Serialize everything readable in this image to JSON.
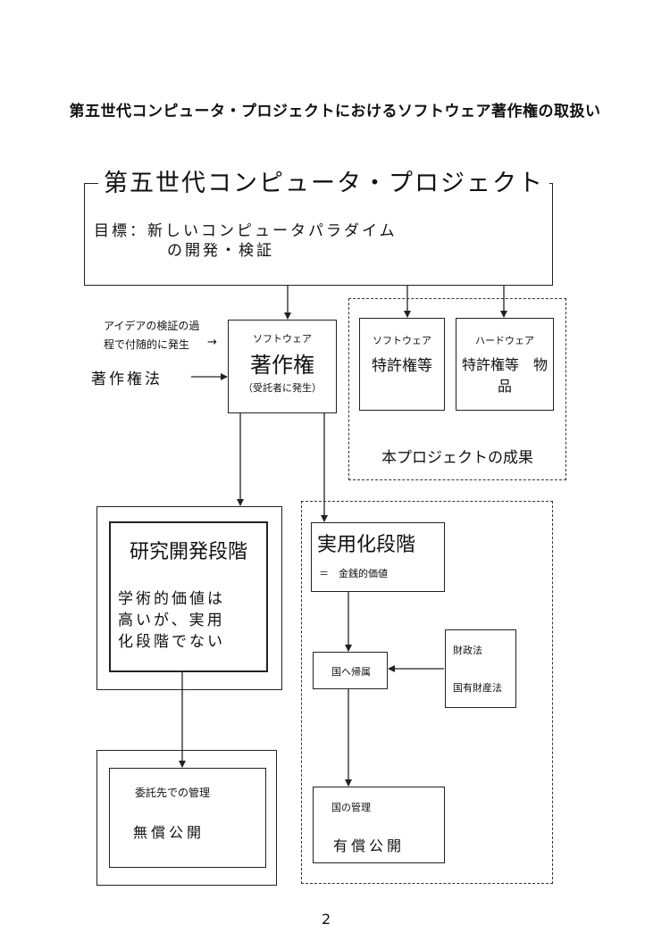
{
  "title": "第五世代コンピュータ・プロジェクトにおけるソフトウェア著作権の取扱い",
  "project": {
    "heading": "第五世代コンピュータ・プロジェクト",
    "goal_line1": "目標：新しいコンピュータパラダイム",
    "goal_line2": "の開発・検証"
  },
  "left_notes": {
    "idea_line1": "アイデアの検証の過",
    "idea_line2": "程で付随的に発生",
    "idea_arrow": "→",
    "copyright_law": "著作権法"
  },
  "software_copyright": {
    "top": "ソフトウェア",
    "main": "著作権",
    "sub": "（受託者に発生）"
  },
  "results": {
    "software": {
      "top": "ソフトウェア",
      "main": "特許権等"
    },
    "hardware": {
      "top": "ハードウェア",
      "main": "特許権等　物品"
    },
    "caption": "本プロジェクトの成果"
  },
  "research": {
    "heading": "研究開発段階",
    "body_line1": "学術的価値は",
    "body_line2": "高いが、実用",
    "body_line3": "化段階でない"
  },
  "consignee": {
    "label": "委託先での管理",
    "main": "無償公開"
  },
  "practical": {
    "heading": "実用化段階",
    "sub": "＝　金銭的価値"
  },
  "national": {
    "attribution": "国へ帰属",
    "law1": "財政法",
    "law2": "国有財産法",
    "mgmt_label": "国の管理",
    "mgmt_main": "有償公開"
  },
  "page_number": "2"
}
